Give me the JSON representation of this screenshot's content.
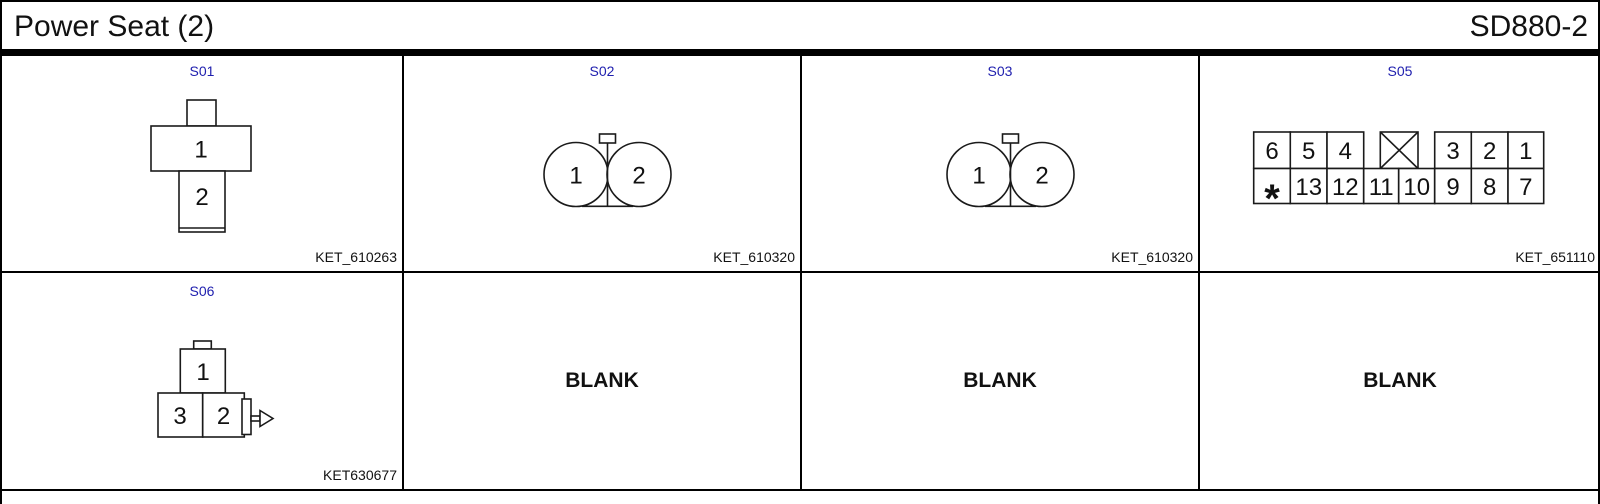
{
  "header": {
    "title": "Power Seat (2)",
    "doc_number": "SD880-2"
  },
  "colors": {
    "connector_label_blue": "#1e1eae",
    "line_black": "#000000",
    "background_white": "#ffffff"
  },
  "cells": {
    "s01": {
      "label": "S01",
      "pin1": "1",
      "pin2": "2",
      "part_number": "KET_610263"
    },
    "s02": {
      "label": "S02",
      "pin1": "1",
      "pin2": "2",
      "part_number": "KET_610320"
    },
    "s03": {
      "label": "S03",
      "pin1": "1",
      "pin2": "2",
      "part_number": "KET_610320"
    },
    "s05": {
      "label": "S05",
      "pins_top": [
        "6",
        "5",
        "4",
        "3",
        "2",
        "1"
      ],
      "pins_bottom": [
        "*",
        "13",
        "12",
        "11",
        "10",
        "9",
        "8",
        "7"
      ],
      "part_number": "KET_651110"
    },
    "s06": {
      "label": "S06",
      "pin_top": "1",
      "pin_left": "3",
      "pin_right": "2",
      "part_number": "KET630677"
    },
    "blank1": {
      "label": "BLANK"
    },
    "blank2": {
      "label": "BLANK"
    },
    "blank3": {
      "label": "BLANK"
    }
  }
}
